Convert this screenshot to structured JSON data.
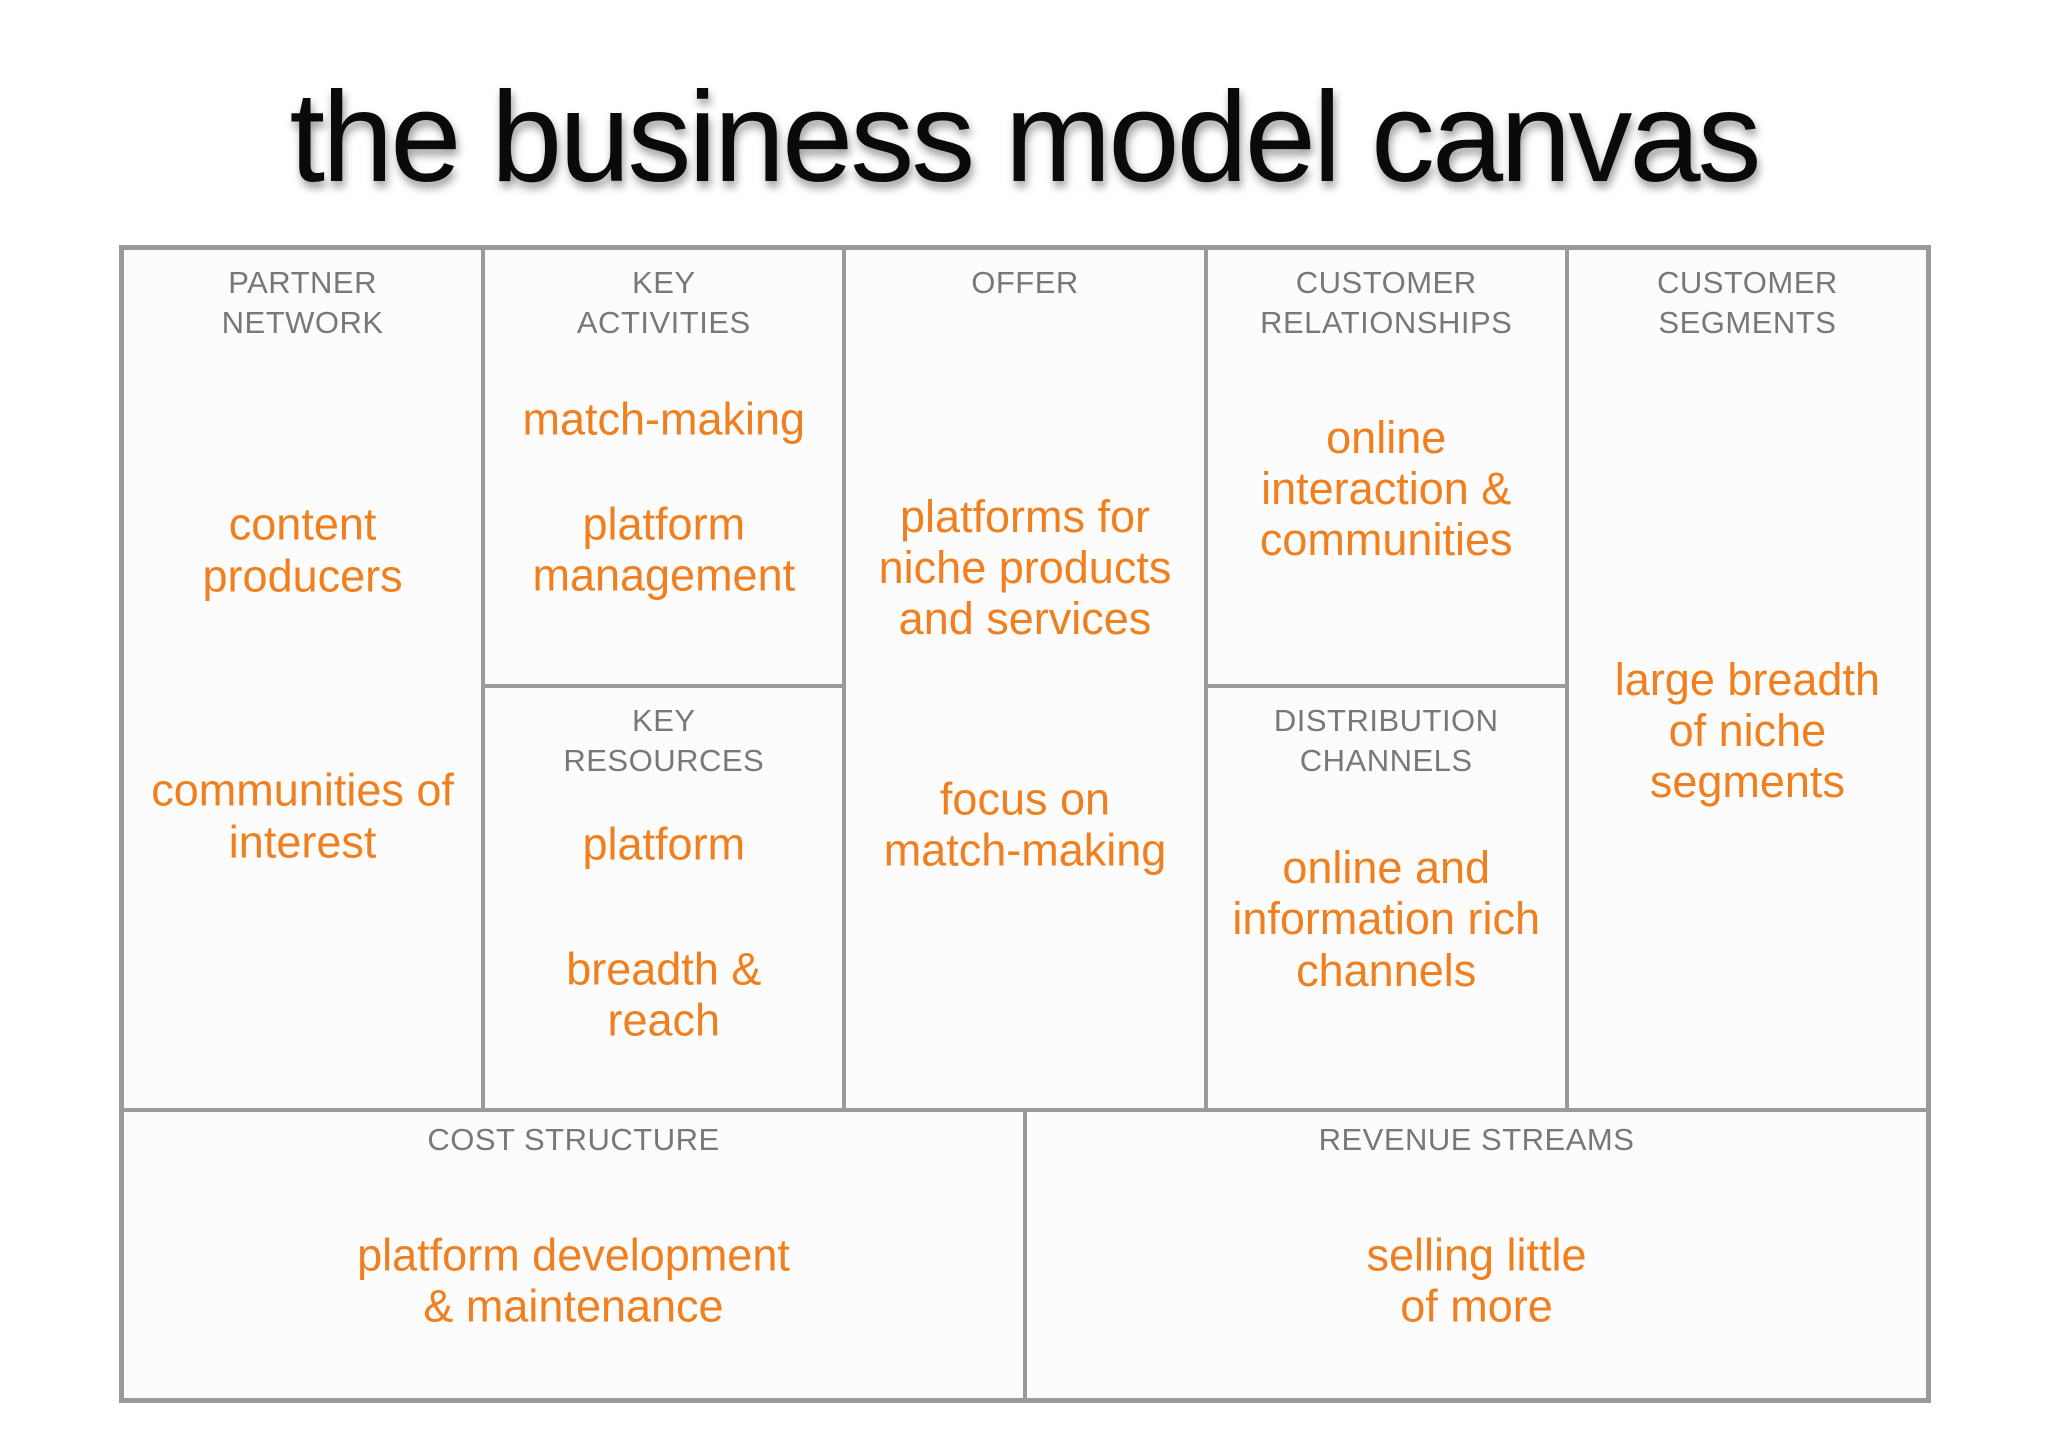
{
  "title": "the business model canvas",
  "colors": {
    "accent_orange": "#f0801f",
    "header_gray": "#77787b",
    "border_gray": "#9a9a9c",
    "title_black": "#0a0a0a",
    "background": "#ffffff"
  },
  "canvas": {
    "partner_network": {
      "title": "PARTNER\nNETWORK",
      "items": [
        "content\nproducers",
        "communities of\ninterest"
      ]
    },
    "key_activities": {
      "title": "KEY\nACTIVITIES",
      "items": [
        "match-making",
        "platform\nmanagement"
      ]
    },
    "key_resources": {
      "title": "KEY\nRESOURCES",
      "items": [
        "platform",
        "breadth &\nreach"
      ]
    },
    "offer": {
      "title": "OFFER",
      "items": [
        "platforms for\nniche products\nand services",
        "focus on\nmatch-making"
      ]
    },
    "customer_relationships": {
      "title": "CUSTOMER\nRELATIONSHIPS",
      "items": [
        "online\ninteraction &\ncommunities"
      ]
    },
    "distribution_channels": {
      "title": "DISTRIBUTION\nCHANNELS",
      "items": [
        "online and\ninformation rich\nchannels"
      ]
    },
    "customer_segments": {
      "title": "CUSTOMER\nSEGMENTS",
      "items": [
        "large breadth\nof niche\nsegments"
      ]
    },
    "cost_structure": {
      "title": "COST STRUCTURE",
      "items": [
        "platform development\n& maintenance"
      ]
    },
    "revenue_streams": {
      "title": "REVENUE STREAMS",
      "items": [
        "selling little\nof more"
      ]
    }
  }
}
